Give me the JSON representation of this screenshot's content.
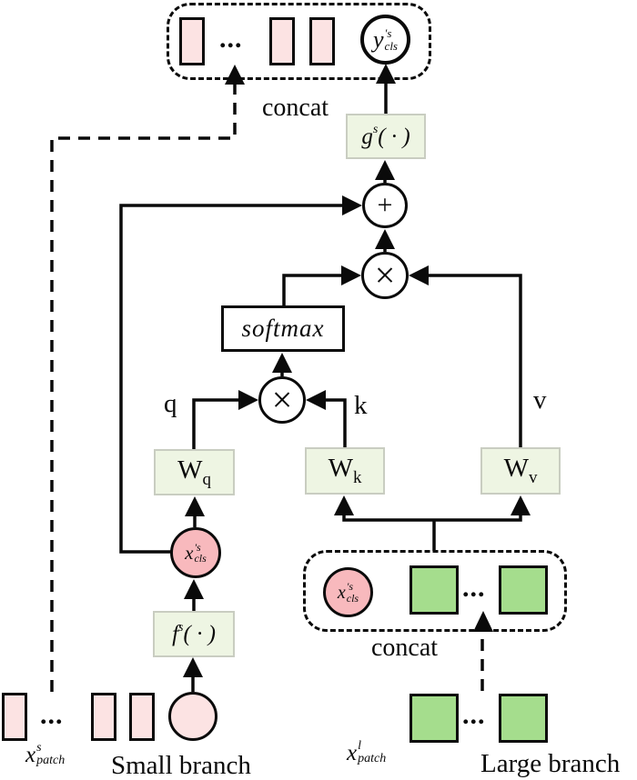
{
  "figure": {
    "type": "cross-attention-module-diagram",
    "colors": {
      "patch_pink": "#fce3e3",
      "cls_pink": "#f8b9bd",
      "patch_green": "#a5dd8d",
      "fn_box_green": "#eef5e3",
      "line_black": "#0a0a0a"
    },
    "output_group": {
      "ellipsis": "...",
      "token": {
        "base": "y",
        "sup": "'s",
        "sub": "cls"
      },
      "concat_label": "concat"
    },
    "g_fn": {
      "base": "g",
      "sup": "s",
      "args": "( · )"
    },
    "add_op": "+",
    "mul_op": "×",
    "softmax_label": "softmax",
    "q_label": "q",
    "k_label": "k",
    "v_label": "v",
    "w_q": {
      "base": "W",
      "sub": "q"
    },
    "w_k": {
      "base": "W",
      "sub": "k"
    },
    "w_v": {
      "base": "W",
      "sub": "v"
    },
    "small_cls_token": {
      "base": "x",
      "sup": "'s",
      "sub": "cls"
    },
    "f_fn": {
      "base": "f",
      "sup": "s",
      "args": "( · )"
    },
    "small_branch": {
      "ellipsis": "...",
      "patch_token": {
        "base": "x",
        "sup": "s",
        "sub": "patch"
      },
      "name": "Small branch"
    },
    "concat_group": {
      "cls_token": {
        "base": "x",
        "sup": "'s",
        "sub": "cls"
      },
      "ellipsis": "...",
      "concat_label": "concat"
    },
    "large_branch": {
      "ellipsis": "...",
      "patch_token": {
        "base": "x",
        "sup": "l",
        "sub": "patch"
      },
      "name": "Large branch"
    }
  }
}
